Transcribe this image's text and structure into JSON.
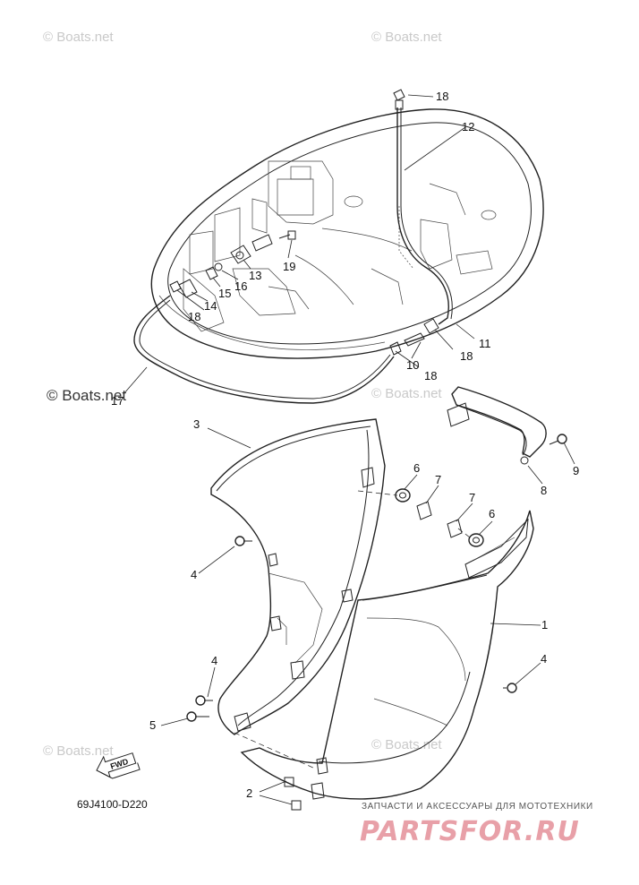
{
  "watermarks": {
    "top_left": "© Boats.net",
    "top_right": "© Boats.net",
    "mid_left": "© Boats.net",
    "mid_right": "© Boats.net",
    "lower_left": "© Boats.net",
    "lower_right": "© Boats.net"
  },
  "callouts": {
    "p1": "1",
    "p2": "2",
    "p3": "3",
    "p4a": "4",
    "p4b": "4",
    "p4c": "4",
    "p5": "5",
    "p6a": "6",
    "p6b": "6",
    "p7a": "7",
    "p7b": "7",
    "p8": "8",
    "p9": "9",
    "p10": "10",
    "p11": "11",
    "p12": "12",
    "p13": "13",
    "p14": "14",
    "p15": "15",
    "p16": "16",
    "p17": "17",
    "p18a": "18",
    "p18b": "18",
    "p18c": "18",
    "p18d": "18",
    "p19": "19"
  },
  "fwd_label": "FWD",
  "diagram_code": "69J4100-D220",
  "brand": {
    "tagline": "ЗАПЧАСТИ И АКСЕССУАРЫ ДЛЯ МОТОТЕХНИКИ",
    "logo": "PARTSFOR.RU"
  }
}
